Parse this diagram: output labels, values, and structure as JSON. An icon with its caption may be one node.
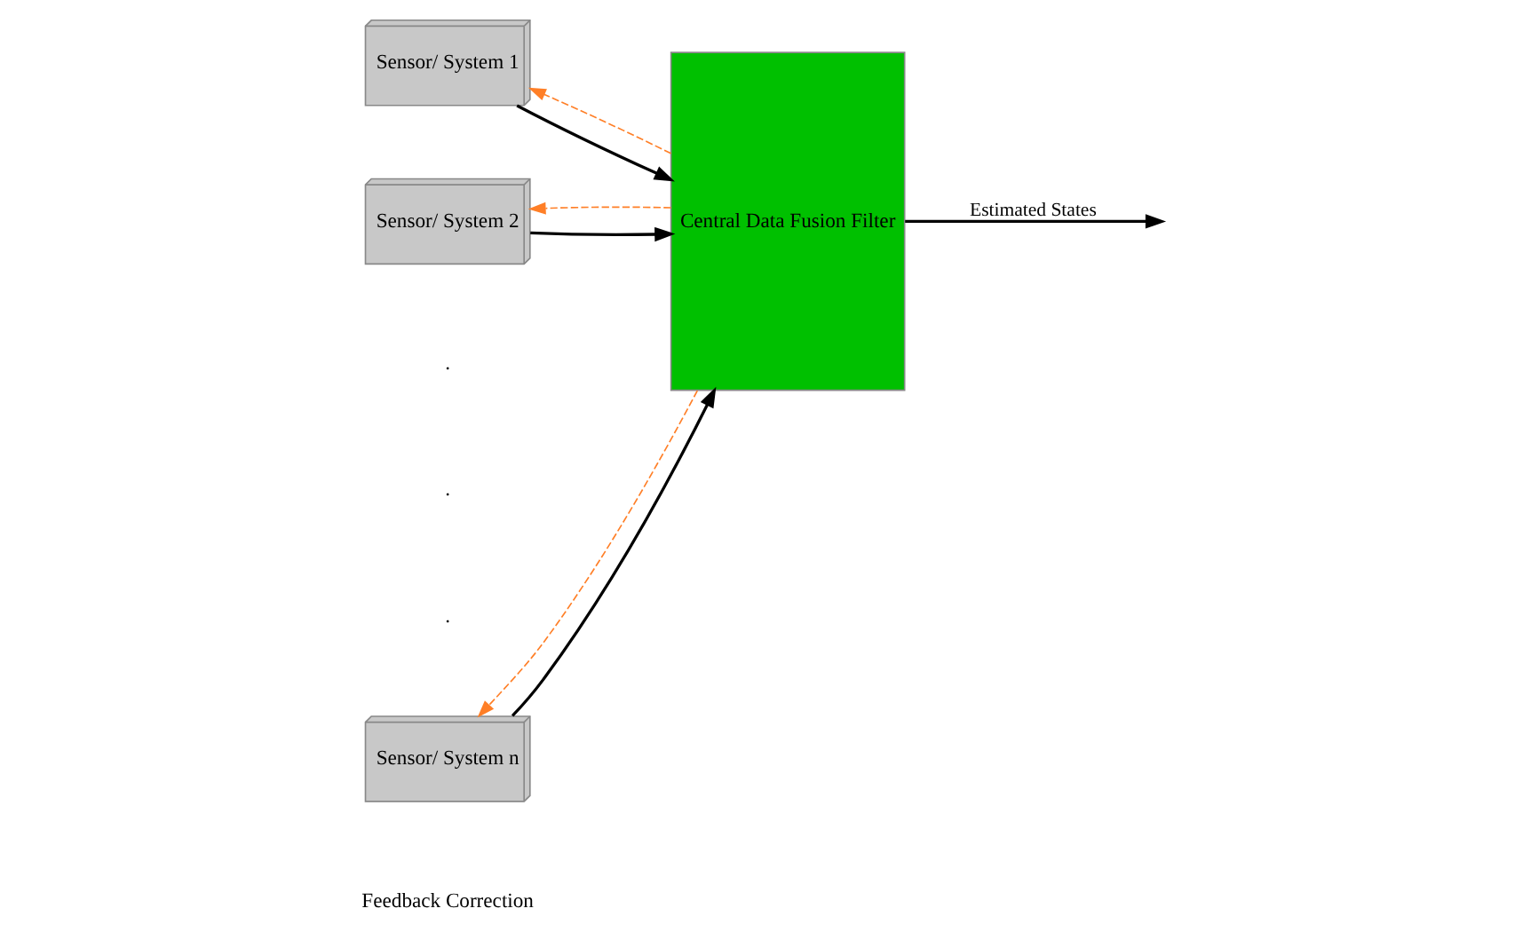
{
  "diagram": {
    "nodes": [
      {
        "text": [
          "Sensor/ System 1"
        ]
      },
      {
        "text": [
          "Sensor/ System 2"
        ]
      },
      {
        "text": [
          "Sensor/ System n"
        ]
      },
      {
        "text": [
          "Central Data Fusion Filter"
        ]
      }
    ],
    "edges": [
      {
        "from": 0,
        "to": 3,
        "arrow": "to"
      },
      {
        "from": 1,
        "to": 3,
        "arrow": "to"
      },
      {
        "from": 2,
        "to": 3,
        "arrow": "to"
      },
      {
        "from": 3,
        "to": null,
        "arrow": "to",
        "label": "Estimated States"
      },
      {
        "from": 3,
        "to": 0,
        "arrow": "to",
        "style": "dashed",
        "color": "#ff7f27"
      },
      {
        "from": 3,
        "to": 1,
        "arrow": "to",
        "style": "dashed",
        "color": "#ff7f27"
      },
      {
        "from": 3,
        "to": 2,
        "arrow": "to",
        "style": "dashed",
        "color": "#ff7f27"
      }
    ],
    "labels": [
      ".",
      ".",
      ".",
      "Feedback Correction"
    ]
  }
}
